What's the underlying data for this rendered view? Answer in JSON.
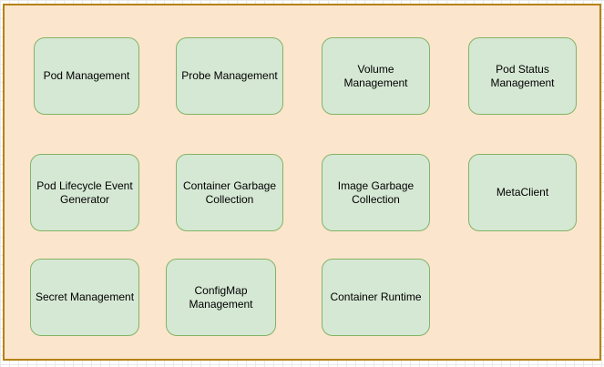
{
  "diagram": {
    "colors": {
      "container_fill": "#fce5cd",
      "container_stroke": "#b5820d",
      "node_fill": "#d5e8d4",
      "node_stroke": "#82b366",
      "node_text": "#000000",
      "grid_line": "#e9e9e9"
    },
    "nodes": [
      {
        "id": "pod-management",
        "label": "Pod Management"
      },
      {
        "id": "probe-management",
        "label": "Probe Management"
      },
      {
        "id": "volume-management",
        "label": "Volume Management"
      },
      {
        "id": "pod-status-management",
        "label": "Pod Status Management"
      },
      {
        "id": "pod-lifecycle-event-generator",
        "label": "Pod Lifecycle Event Generator"
      },
      {
        "id": "container-garbage-collection",
        "label": "Container Garbage Collection"
      },
      {
        "id": "image-garbage-collection",
        "label": "Image Garbage Collection"
      },
      {
        "id": "metaclient",
        "label": "MetaClient"
      },
      {
        "id": "secret-management",
        "label": "Secret Management"
      },
      {
        "id": "configmap-management",
        "label": "ConfigMap Management"
      },
      {
        "id": "container-runtime",
        "label": "Container Runtime"
      }
    ]
  }
}
